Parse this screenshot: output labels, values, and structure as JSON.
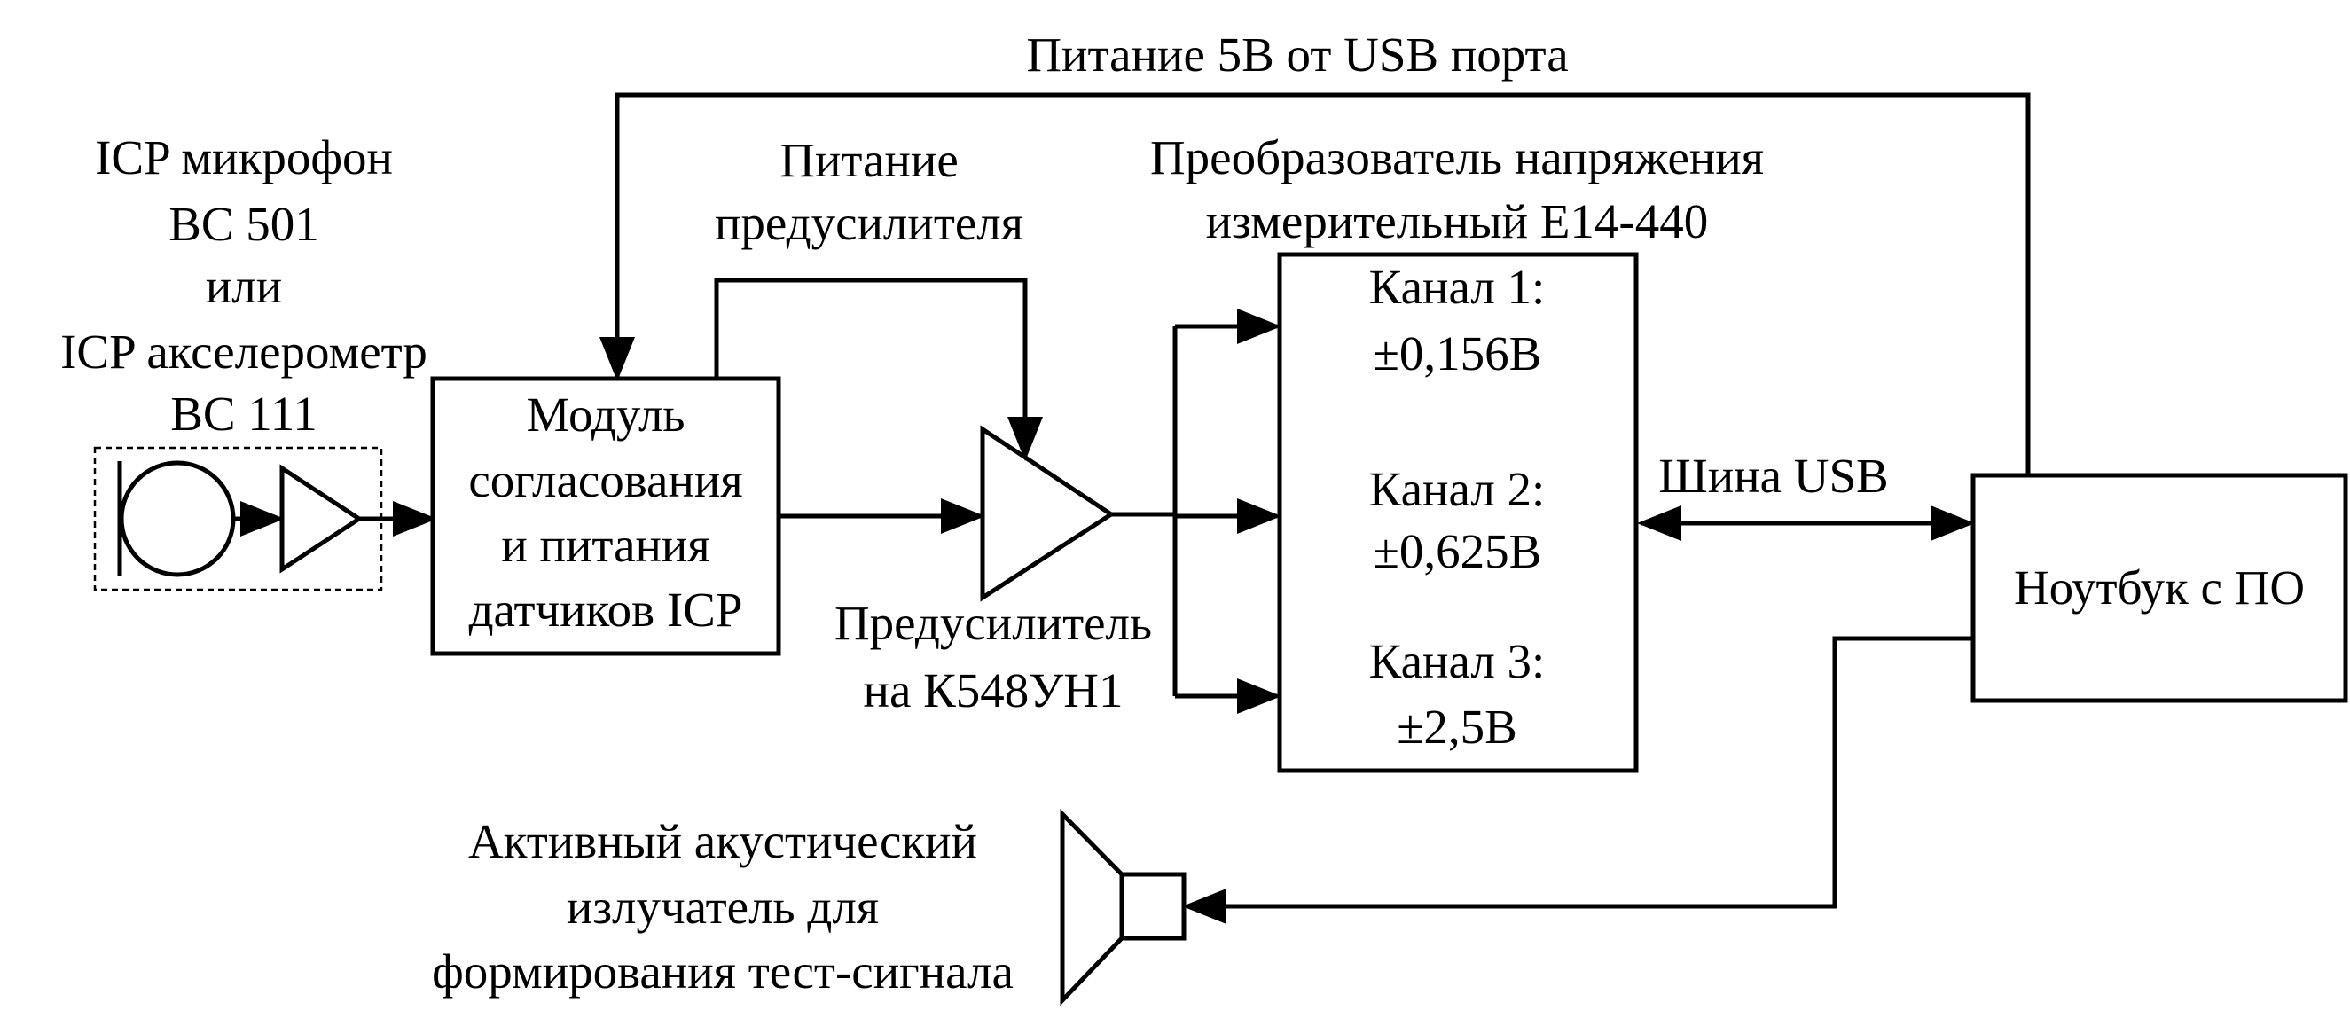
{
  "labels": {
    "usb_power": "Питание 5В от USB порта",
    "sensor": [
      "ICP микрофон",
      "ВС 501",
      "или",
      "ICP акселерометр",
      "ВС 111"
    ],
    "preamp_power": [
      "Питание",
      "предусилителя"
    ],
    "converter_title": [
      "Преобразователь напряжения",
      "измерительный Е14-440"
    ],
    "module": [
      "Модуль",
      "согласования",
      "и питания",
      "датчиков ICP"
    ],
    "preamp": [
      "Предусилитель",
      "на К548УН1"
    ],
    "channel1": [
      "Канал 1:",
      "±0,156В"
    ],
    "channel2": [
      "Канал 2:",
      "±0,625В"
    ],
    "channel3": [
      "Канал 3:",
      "±2,5В"
    ],
    "usb_bus": "Шина USB",
    "laptop": "Ноутбук с ПО",
    "speaker": [
      "Активный акустический",
      "излучатель для",
      "формирования тест-сигнала"
    ]
  }
}
